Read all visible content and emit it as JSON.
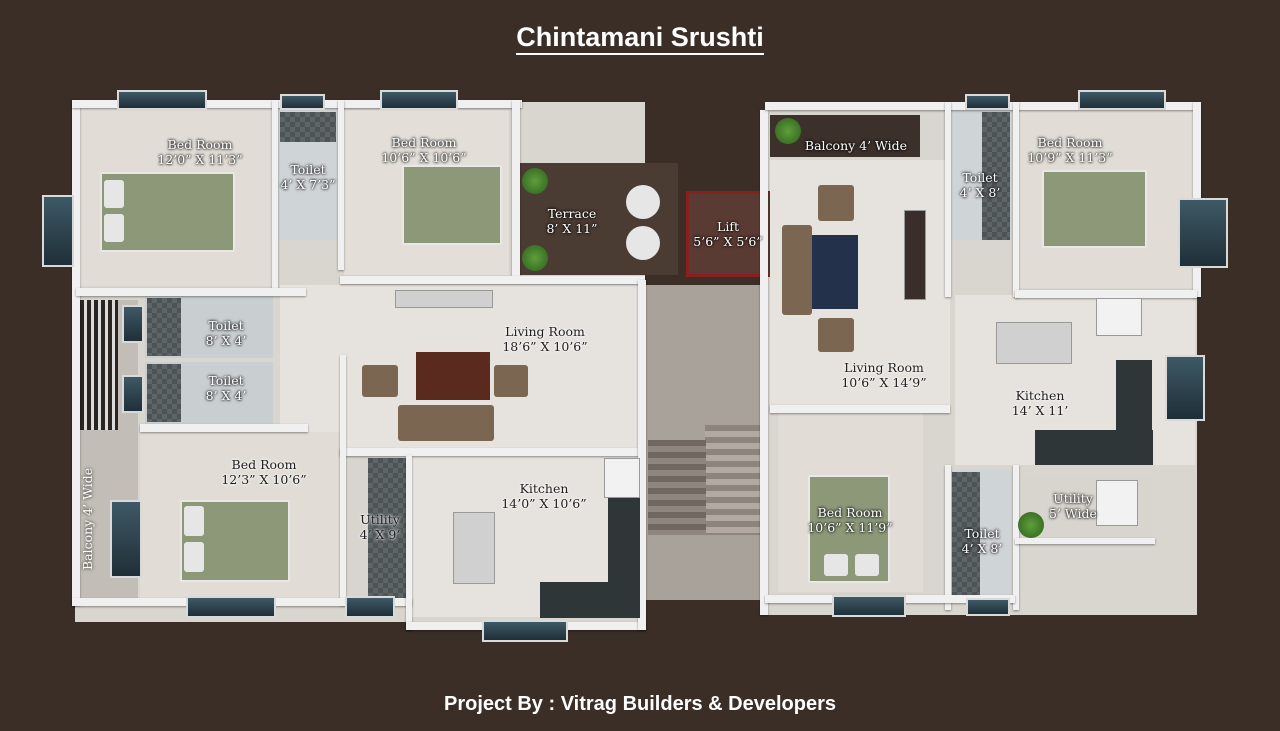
{
  "title": "Chintamani Srushti",
  "footer": "Project By : Vitrag Builders & Developers",
  "rooms": {
    "bed1": {
      "name": "Bed Room",
      "size": "12’0” X 11’3”"
    },
    "toilet1": {
      "name": "Toilet",
      "size": "4’ X 7’3”"
    },
    "bed2": {
      "name": "Bed Room",
      "size": "10’6” X 10’6”"
    },
    "terrace": {
      "name": "Terrace",
      "size": "8’ X 11”"
    },
    "lift": {
      "name": "Lift",
      "size": "5’6” X 5’6”"
    },
    "balcony_top": {
      "name": "Balcony 4’ Wide"
    },
    "toilet_r1": {
      "name": "Toilet",
      "size": "4’ X 8’"
    },
    "bed_r1": {
      "name": "Bed Room",
      "size": "10’9” X 11’3”"
    },
    "toilet2": {
      "name": "Toilet",
      "size": "8’ X 4’"
    },
    "toilet3": {
      "name": "Toilet",
      "size": "8’ X 4’"
    },
    "living_l": {
      "name": "Living Room",
      "size": "18’6” X 10’6”"
    },
    "living_r": {
      "name": "Living Room",
      "size": "10’6” X 14’9”"
    },
    "kitchen_r": {
      "name": "Kitchen",
      "size": "14’ X 11’"
    },
    "bed3": {
      "name": "Bed Room",
      "size": "12’3” X 10’6”"
    },
    "balcony_left": {
      "name": "Balcony 4’ Wide"
    },
    "utility_l": {
      "name": "Utility",
      "size": "4’ X 9’"
    },
    "kitchen_l": {
      "name": "Kitchen",
      "size": "14’0” X 10’6”"
    },
    "bed_r2": {
      "name": "Bed Room",
      "size": "10’6” X 11’9”"
    },
    "utility_r": {
      "name": "Utility",
      "size": "5’ Wide"
    },
    "toilet_r2": {
      "name": "Toilet",
      "size": "4’ X 8’"
    }
  }
}
